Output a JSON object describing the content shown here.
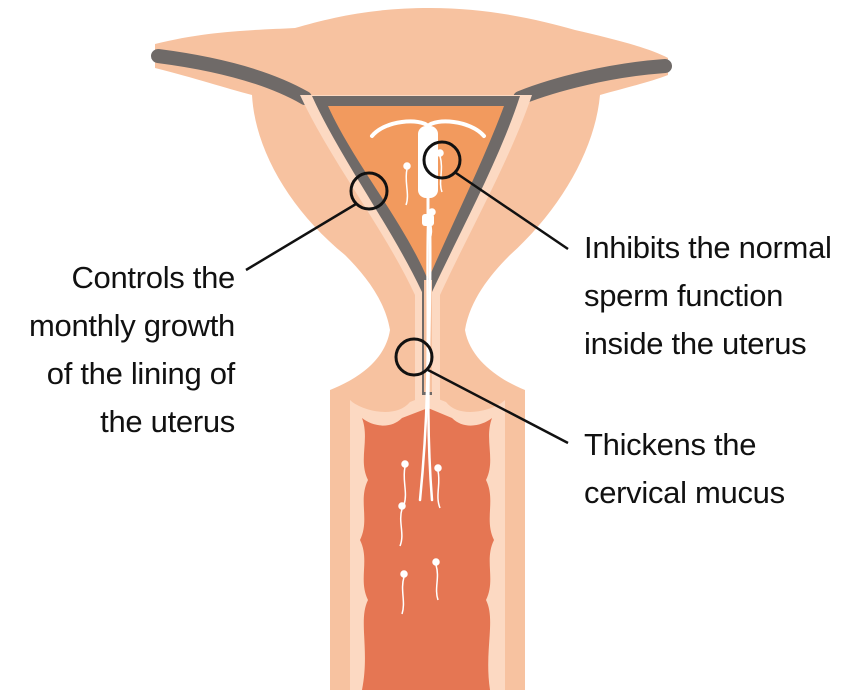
{
  "labels": {
    "left": [
      "Controls the",
      "monthly growth",
      "of the lining of",
      "the uterus"
    ],
    "right_top": [
      "Inhibits the normal",
      "sperm function",
      "inside the uterus"
    ],
    "right_bottom": [
      "Thickens the",
      "cervical mucus"
    ]
  },
  "colors": {
    "tissue": "#f7c2a0",
    "tissue_outline": "#fcd9c2",
    "wall": "#6f6a68",
    "cavity": "#f29a5e",
    "vagina": "#e57653",
    "line": "#111111"
  }
}
